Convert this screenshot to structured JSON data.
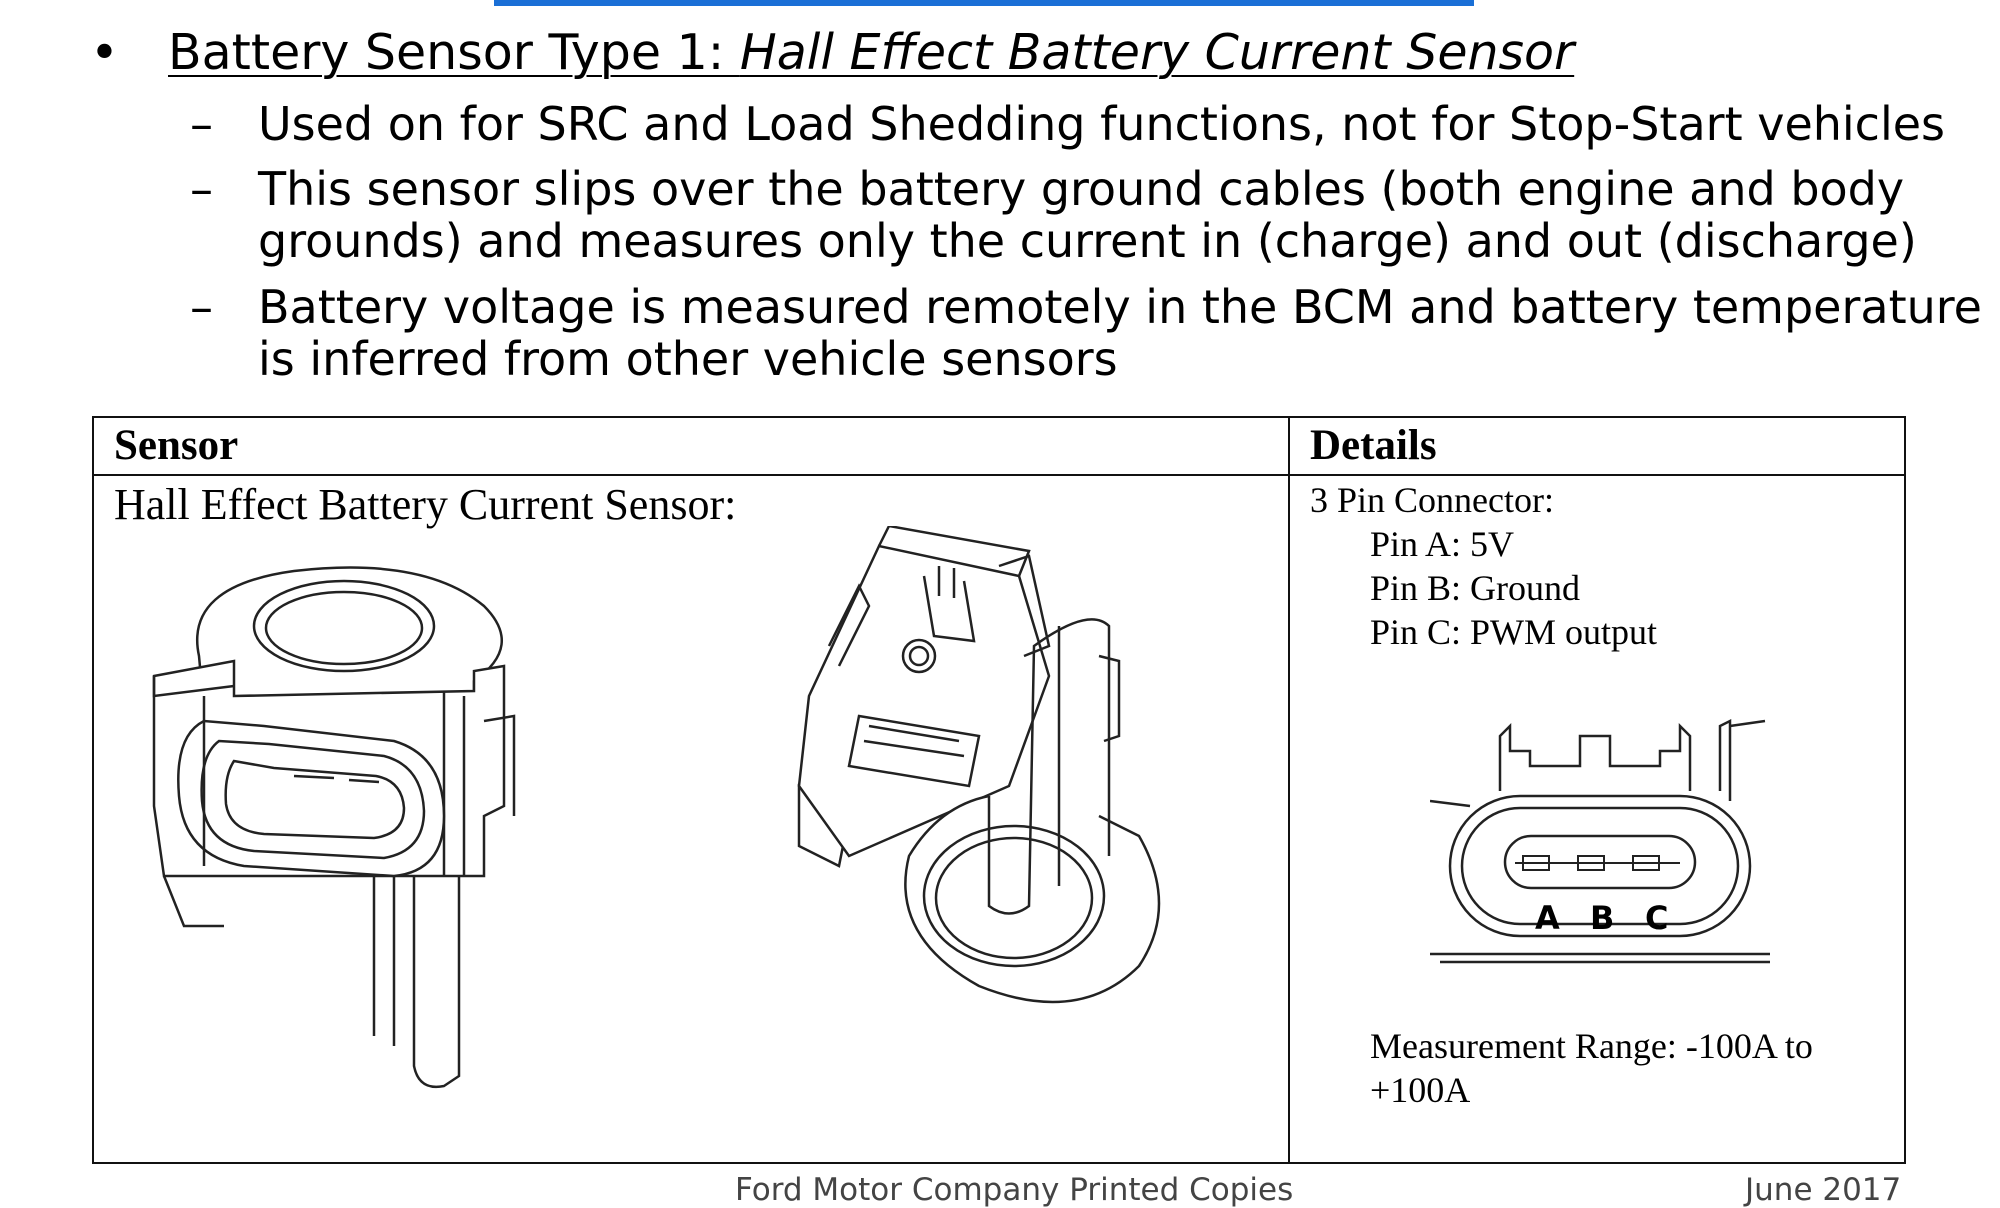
{
  "heading": {
    "bullet": "•",
    "prefix": "Battery Sensor Type 1: ",
    "italic": "Hall Effect Battery Current Sensor"
  },
  "sub_bullets": [
    {
      "dash": "–",
      "lines": [
        "Used on for SRC and Load Shedding functions, not for Stop-Start vehicles"
      ]
    },
    {
      "dash": "–",
      "lines": [
        "This sensor slips over the battery ground cables (both engine and body",
        "grounds) and measures only the current in (charge) and out (discharge)"
      ]
    },
    {
      "dash": "–",
      "lines": [
        "Battery voltage is measured remotely in the BCM and battery temperature",
        "is inferred from other vehicle sensors"
      ]
    }
  ],
  "table": {
    "headers": [
      "Sensor",
      "Details"
    ],
    "sensor_title": "Hall Effect Battery Current Sensor:",
    "details": {
      "connector": "3 Pin Connector:",
      "pins": [
        "Pin A: 5V",
        "Pin B: Ground",
        "Pin C: PWM output"
      ],
      "pin_letters": [
        "A",
        "B",
        "C"
      ],
      "range_line1": "Measurement Range: -100A to",
      "range_line2": "+100A"
    }
  },
  "footer": {
    "center": "Ford Motor Company  Printed Copies",
    "right": "June  2017"
  },
  "colors": {
    "top_bar": "#1a6fd6"
  }
}
